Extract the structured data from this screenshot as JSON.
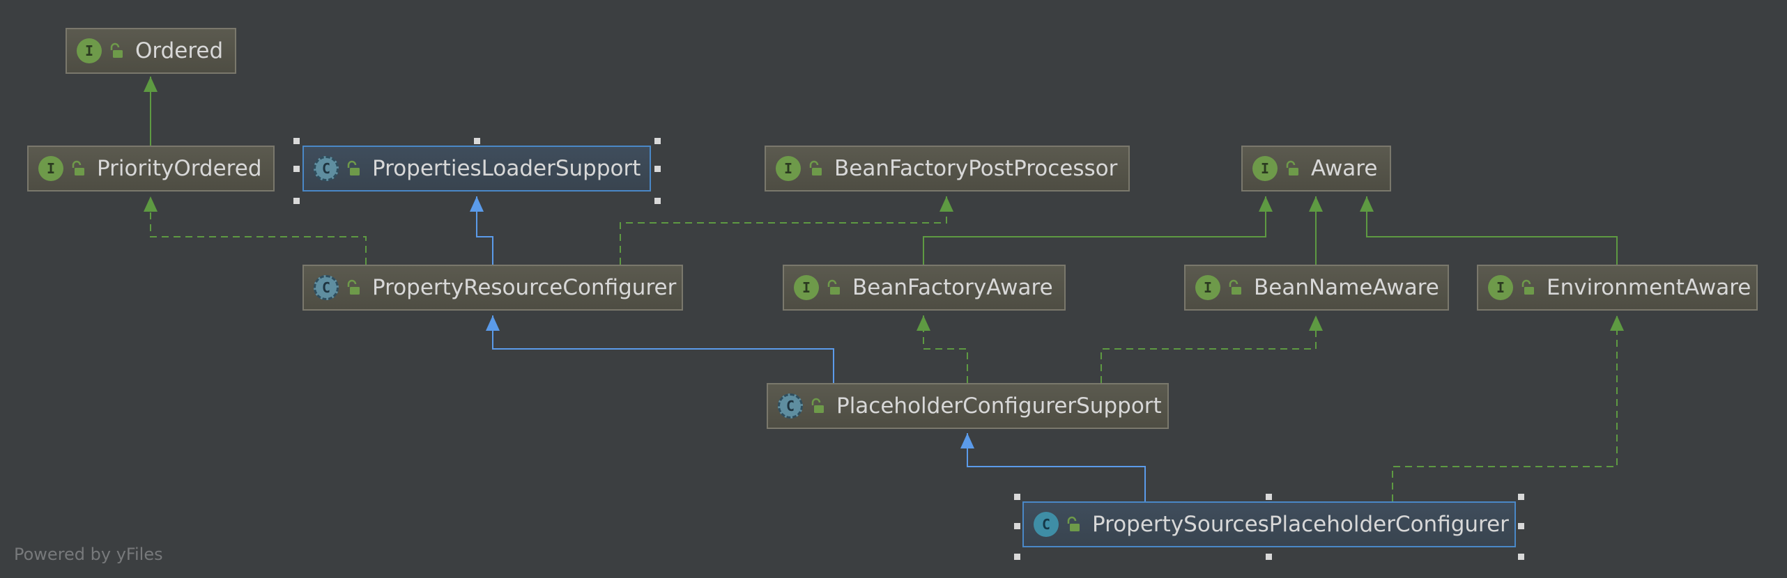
{
  "nodes": {
    "ordered": {
      "label": "Ordered",
      "kind": "I"
    },
    "priority_ordered": {
      "label": "PriorityOrdered",
      "kind": "I"
    },
    "properties_loader_support": {
      "label": "PropertiesLoaderSupport",
      "kind": "C"
    },
    "bean_factory_post_processor": {
      "label": "BeanFactoryPostProcessor",
      "kind": "I"
    },
    "aware": {
      "label": "Aware",
      "kind": "I"
    },
    "property_resource_configurer": {
      "label": "PropertyResourceConfigurer",
      "kind": "C"
    },
    "bean_factory_aware": {
      "label": "BeanFactoryAware",
      "kind": "I"
    },
    "bean_name_aware": {
      "label": "BeanNameAware",
      "kind": "I"
    },
    "environment_aware": {
      "label": "EnvironmentAware",
      "kind": "I"
    },
    "placeholder_configurer_support": {
      "label": "PlaceholderConfigurerSupport",
      "kind": "C"
    },
    "property_sources_placeholder_configurer": {
      "label": "PropertySourcesPlaceholderConfigurer",
      "kind": "C"
    }
  },
  "footer": "Powered by yFiles",
  "colors": {
    "background": "#3c3f41",
    "interface_edge": "#5e9a42",
    "extends_edge": "#5b9bea",
    "selection": "#4a88c7"
  }
}
